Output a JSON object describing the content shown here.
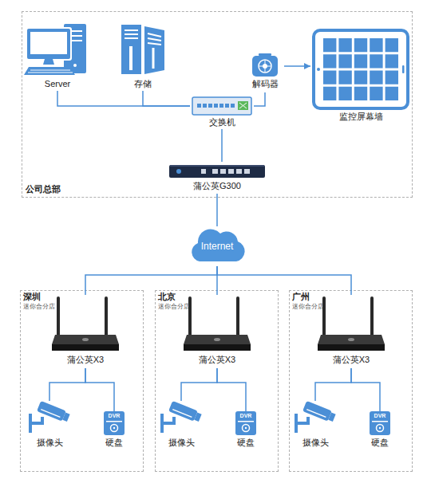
{
  "diagram": {
    "nodes": [
      {
        "text": [
          "公司总部"
        ]
      },
      {
        "text": [
          "Server"
        ],
        "in": 0
      },
      {
        "text": [
          "存储"
        ],
        "in": 0
      },
      {
        "text": [
          "解码器"
        ],
        "in": 0
      },
      {
        "text": [
          "监控屏幕墙"
        ],
        "in": 0
      },
      {
        "text": [
          "交换机"
        ],
        "in": 0
      },
      {
        "text": [
          "蒲公英G300"
        ],
        "in": 0
      },
      {
        "text": [
          "Internet"
        ]
      },
      {
        "text": [
          "深圳",
          "迷你合分店"
        ]
      },
      {
        "text": [
          "蒲公英X3"
        ],
        "in": 8
      },
      {
        "text": [
          "摄像头"
        ],
        "in": 8
      },
      {
        "text": [
          "DVR",
          "硬盘"
        ],
        "in": 8
      },
      {
        "text": [
          "北京",
          "迷你合分店"
        ]
      },
      {
        "text": [
          "蒲公英X3"
        ],
        "in": 12
      },
      {
        "text": [
          "摄像头"
        ],
        "in": 12
      },
      {
        "text": [
          "DVR",
          "硬盘"
        ],
        "in": 12
      },
      {
        "text": [
          "广州",
          "迷你合分店"
        ]
      },
      {
        "text": [
          "蒲公英X3"
        ],
        "in": 16
      },
      {
        "text": [
          "摄像头"
        ],
        "in": 16
      },
      {
        "text": [
          "DVR",
          "硬盘"
        ],
        "in": 16
      }
    ],
    "edges": [
      {
        "from": 1,
        "to": 5,
        "arrow": "none"
      },
      {
        "from": 2,
        "to": 5,
        "arrow": "none"
      },
      {
        "from": 5,
        "to": 3,
        "arrow": "none"
      },
      {
        "from": 3,
        "to": 4,
        "arrow": "to"
      },
      {
        "from": 5,
        "to": 6,
        "arrow": "none"
      },
      {
        "from": 6,
        "to": 7,
        "arrow": "none"
      },
      {
        "from": 7,
        "to": 9,
        "arrow": "none"
      },
      {
        "from": 9,
        "to": 10,
        "arrow": "none"
      },
      {
        "from": 9,
        "to": 11,
        "arrow": "none"
      },
      {
        "from": 7,
        "to": 13,
        "arrow": "none"
      },
      {
        "from": 13,
        "to": 14,
        "arrow": "none"
      },
      {
        "from": 13,
        "to": 15,
        "arrow": "none"
      },
      {
        "from": 7,
        "to": 17,
        "arrow": "none"
      },
      {
        "from": 17,
        "to": 18,
        "arrow": "none"
      },
      {
        "from": 17,
        "to": 19,
        "arrow": "none"
      }
    ]
  }
}
